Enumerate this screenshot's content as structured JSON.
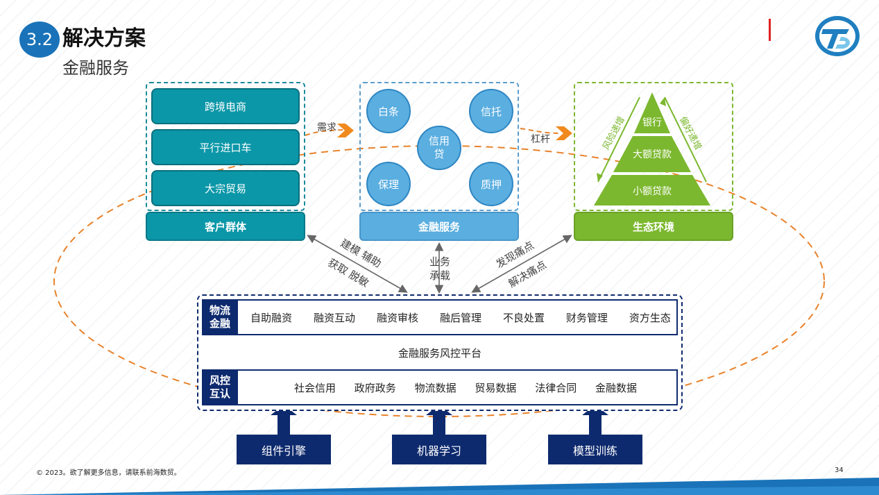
{
  "header": {
    "badge": "3.2",
    "title": "解决方案",
    "subtitle": "金融服务"
  },
  "customer": {
    "items": [
      "跨境电商",
      "平行进口车",
      "大宗贸易"
    ],
    "label": "客户群体"
  },
  "finance": {
    "circles": [
      "白条",
      "信托",
      "信用贷",
      "保理",
      "质押"
    ],
    "label": "金融服务"
  },
  "eco": {
    "levels": [
      "银行",
      "大额贷款",
      "小额贷款"
    ],
    "left_arrow": "风险递增",
    "right_arrow": "偏好递增",
    "label": "生态环境"
  },
  "flow": {
    "demand": "需求",
    "leverage": "杠杆"
  },
  "connectors": {
    "left_top": "建模 辅助",
    "left_bottom": "获取 脱敏",
    "mid_top": "业务",
    "mid_bottom": "承载",
    "right_top": "发现痛点",
    "right_bottom": "解决痛点"
  },
  "platform": {
    "row1_title_a": "物流",
    "row1_title_b": "金融",
    "row1_items": [
      "自助融资",
      "融资互动",
      "融资审核",
      "融后管理",
      "不良处置",
      "财务管理",
      "资方生态"
    ],
    "center_label": "金融服务风控平台",
    "row2_title_a": "风控",
    "row2_title_b": "互认",
    "row2_items": [
      "社会信用",
      "政府政务",
      "物流数据",
      "贸易数据",
      "法律合同",
      "金融数据"
    ]
  },
  "engines": [
    "组件引擎",
    "机器学习",
    "模型训练"
  ],
  "footer": {
    "copyright": "© 2023。欲了解更多信息，请联系前海数贸。",
    "page": "34"
  },
  "colors": {
    "teal": "#0b97a8",
    "blue": "#5aaee0",
    "green": "#7cb82f",
    "navy": "#0e2a6e",
    "orange": "#e8822a",
    "badge": "#1a73b8"
  }
}
